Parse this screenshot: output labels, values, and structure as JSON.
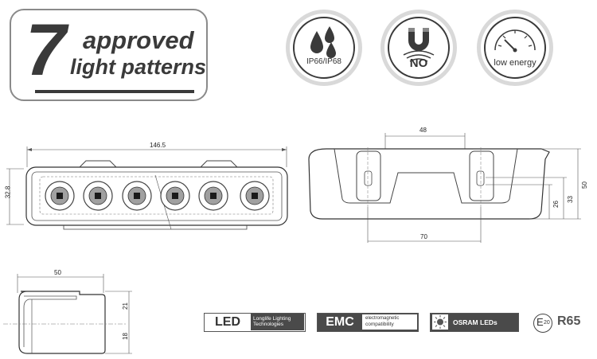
{
  "badge": {
    "number": "7",
    "line1": "approved",
    "line2": "light patterns"
  },
  "icons": [
    {
      "name": "waterproof",
      "label": "IP66/IP68"
    },
    {
      "name": "magnet",
      "label": "NO"
    },
    {
      "name": "gauge",
      "label": "low energy"
    }
  ],
  "dimensions": {
    "front_width": "146.5",
    "front_height": "32.8",
    "top_width": "48",
    "bottom_width": "70",
    "height_26": "26",
    "height_33": "33",
    "height_50": "50",
    "side_width": "50",
    "side_21": "21",
    "side_18": "18"
  },
  "logos": {
    "led": {
      "main": "LED",
      "sub1": "Longlife Lighting",
      "sub2": "Technologies"
    },
    "emc": {
      "main": "EMC",
      "sub1": "electromagnetic",
      "sub2": "compatibility"
    },
    "osram": {
      "main": "OSRAM LEDs"
    },
    "e20": {
      "main": "E",
      "sub": "20"
    },
    "r65": {
      "main": "R65"
    }
  },
  "colors": {
    "dark": "#3a3a3a",
    "icon_ring": "#d9d9d9",
    "led_dark": "#1a1a1a",
    "led_light": "#a0a0a0"
  }
}
